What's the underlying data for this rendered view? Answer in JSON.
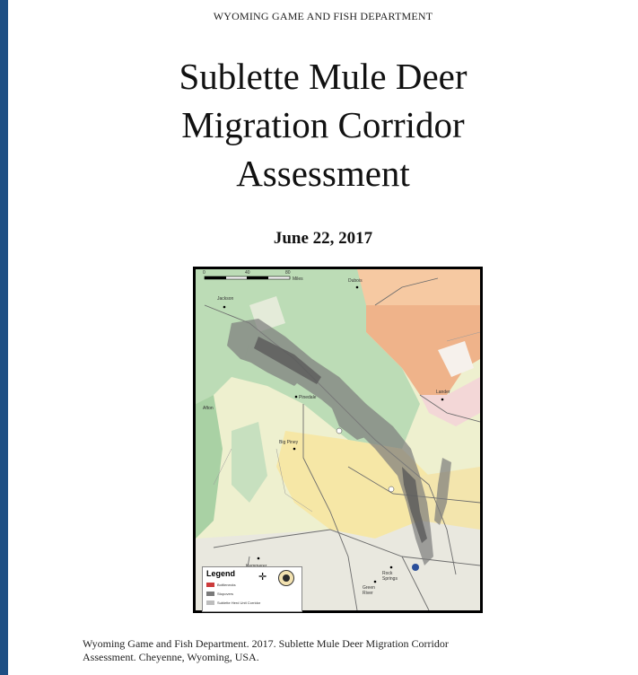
{
  "header": {
    "org": "WYOMING GAME AND FISH DEPARTMENT"
  },
  "title": {
    "line1": "Sublette Mule Deer",
    "line2": "Migration Corridor",
    "line3": "Assessment"
  },
  "date": "June 22, 2017",
  "map": {
    "legend": {
      "title": "Legend",
      "items": [
        {
          "label": "Bottlenecks",
          "color": "#cc3b3b"
        },
        {
          "label": "Stopovers",
          "color": "#7a7a7a"
        },
        {
          "label": "Sublette Herd Unit Corridor",
          "color": "#bdbdbd"
        }
      ]
    },
    "compass_icon": "compass-rose-icon",
    "logo_icon": "wgfd-seal-icon",
    "labels": {
      "jackson": "Jackson",
      "dubois": "Dubois",
      "lander": "Lander",
      "afton": "Afton",
      "pinedale": "Pinedale",
      "bigpiney": "Big Piney",
      "kemmerer": "Kemmerer",
      "rocksprings": "Rock Springs",
      "greenriver": "Green River"
    },
    "scale": {
      "t0": "0",
      "t1": "40",
      "t2": "80",
      "unit": "Miles"
    }
  },
  "citation": {
    "line1": "Wyoming Game and Fish Department. 2017. Sublette Mule Deer Migration Corridor",
    "line2": "Assessment. Cheyenne, Wyoming, USA."
  }
}
